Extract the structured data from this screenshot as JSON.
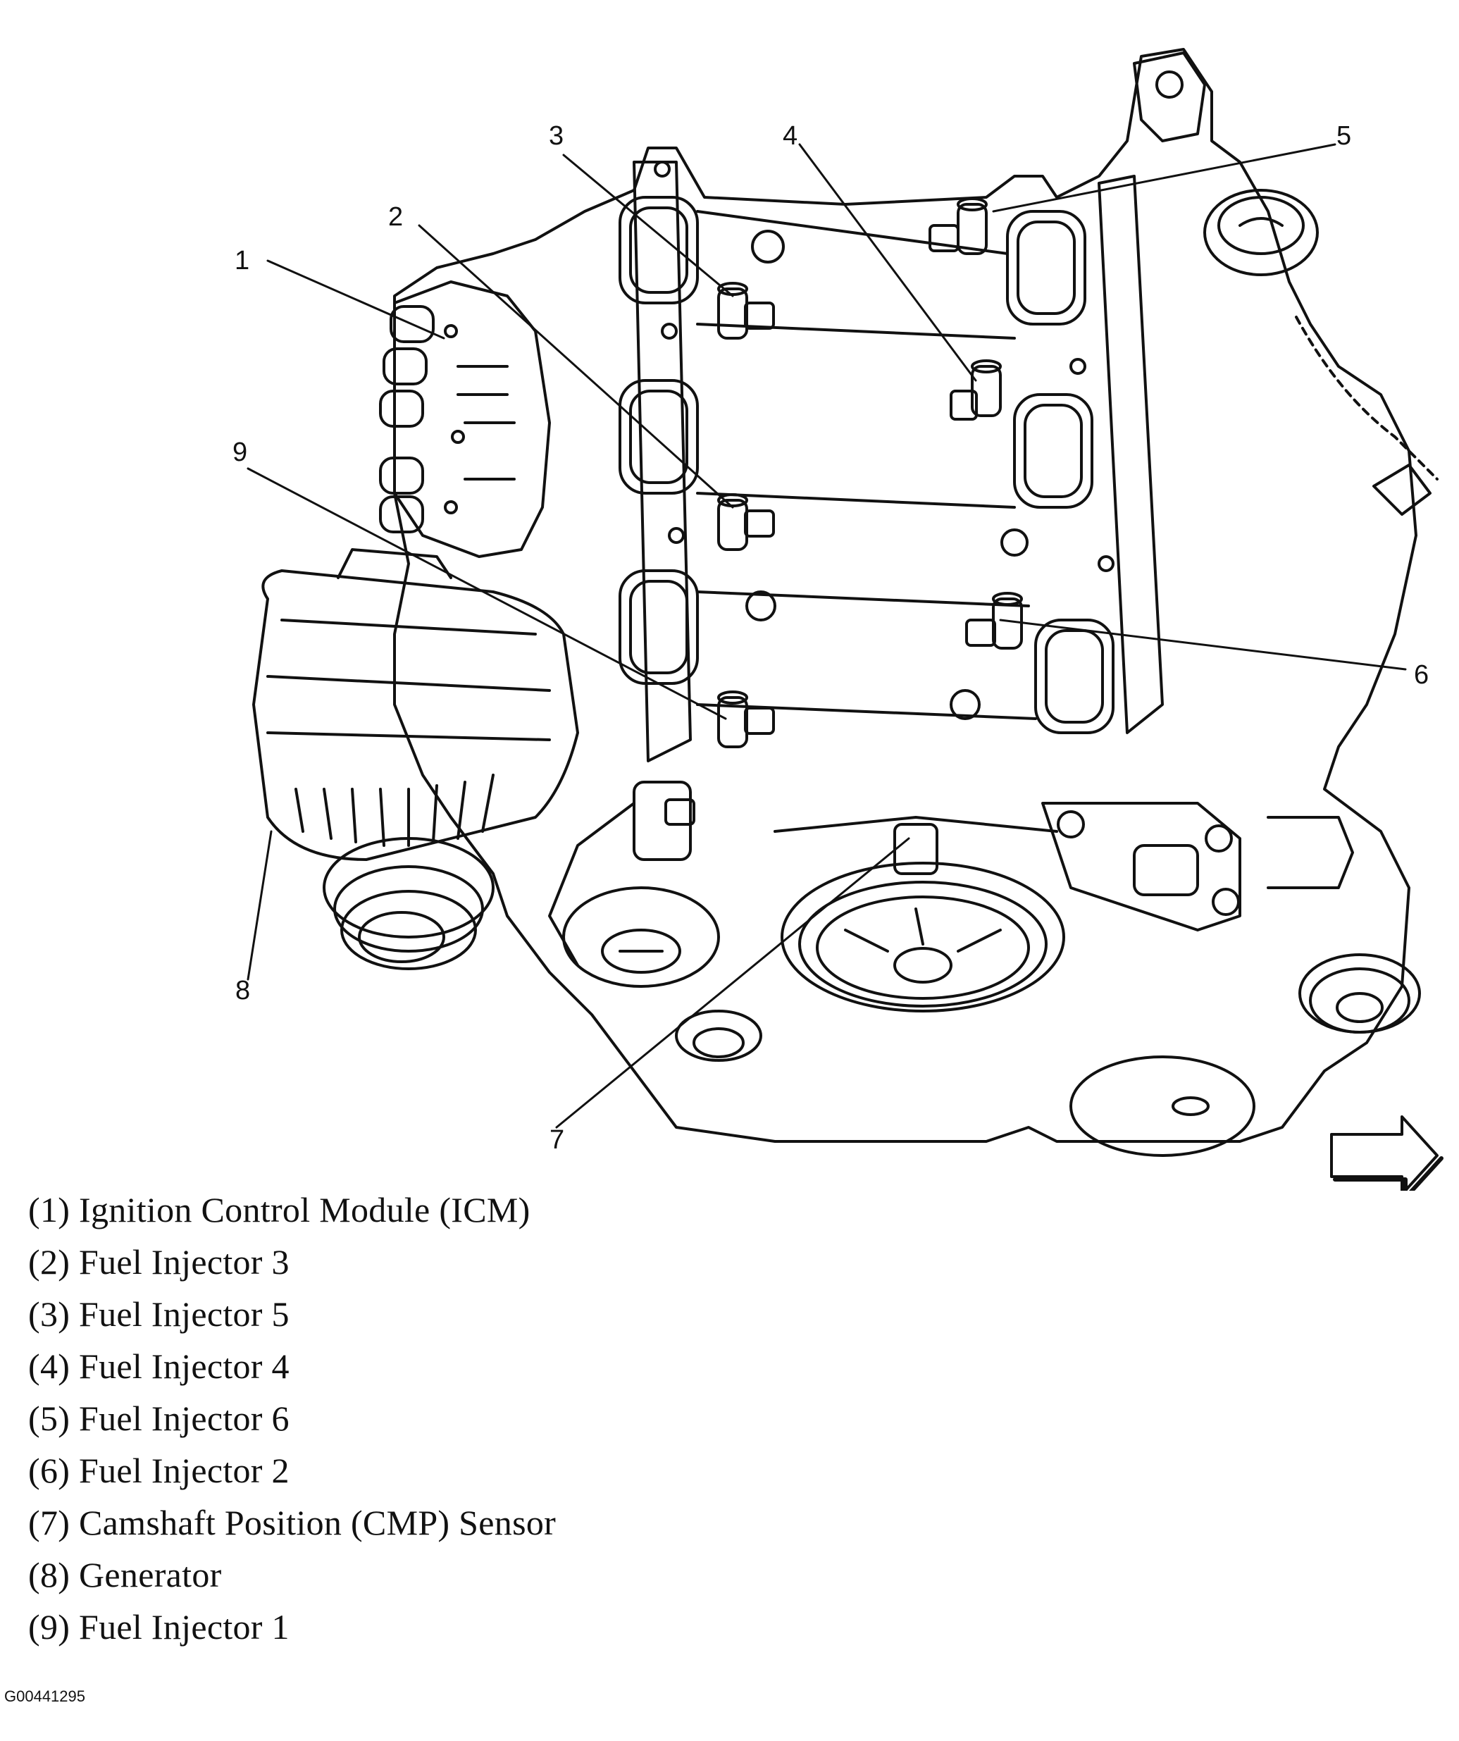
{
  "callouts": [
    {
      "num": "1"
    },
    {
      "num": "2"
    },
    {
      "num": "3"
    },
    {
      "num": "4"
    },
    {
      "num": "5"
    },
    {
      "num": "6"
    },
    {
      "num": "7"
    },
    {
      "num": "8"
    },
    {
      "num": "9"
    }
  ],
  "legend": [
    "(1) Ignition Control Module (ICM)",
    "(2) Fuel Injector 3",
    "(3) Fuel Injector 5",
    "(4) Fuel Injector 4",
    "(5) Fuel Injector 6",
    "(6) Fuel Injector 2",
    "(7) Camshaft Position (CMP) Sensor",
    "(8) Generator",
    "(9) Fuel Injector 1"
  ],
  "figure_id": "G00441295",
  "icons": {
    "direction": "right-arrow-icon"
  }
}
